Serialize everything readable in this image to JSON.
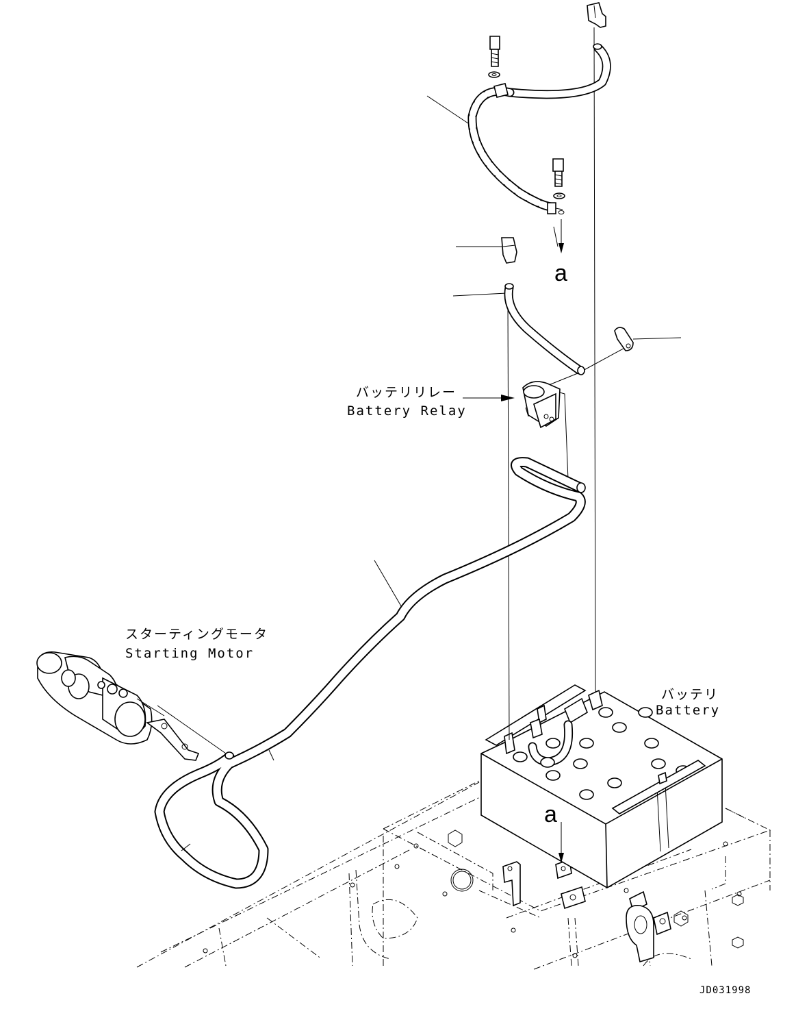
{
  "labels": {
    "battery_relay_jp": "バッテリリレー",
    "battery_relay_en": "Battery Relay",
    "starting_motor_jp": "スターティングモータ",
    "starting_motor_en": "Starting Motor",
    "battery_jp": "バッテリ",
    "battery_en": "Battery",
    "ref_a_top": "a",
    "ref_a_bottom": "a",
    "drawing_code": "JD031998"
  },
  "icons": [
    "bolt-icon",
    "washer-icon",
    "terminal-cap-icon",
    "cable-lug-icon",
    "battery-relay-icon",
    "starting-motor-icon",
    "battery-icon",
    "arrow-down-icon"
  ]
}
